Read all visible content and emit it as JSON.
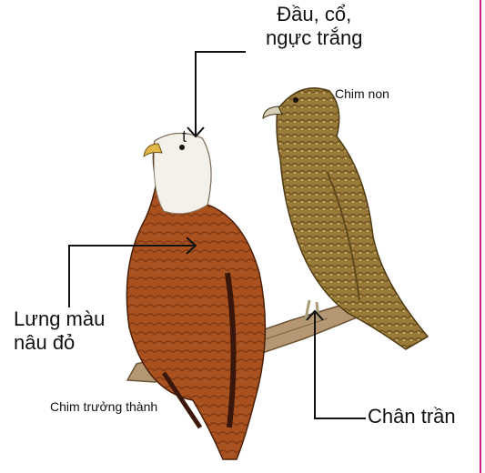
{
  "labels": {
    "head_neck_chest": [
      "Đầu, cổ,",
      "ngực trắng"
    ],
    "juvenile": "Chim non",
    "back_color": [
      "Lưng màu",
      "nâu đỏ"
    ],
    "adult": "Chim trưởng thành",
    "bare_legs": "Chân trần",
    "stray_fragment": "t"
  },
  "colors": {
    "frame_accent": "#d21f8a",
    "adult_body": "#a9521f",
    "adult_head": "#f4f1ea",
    "juvenile_body": "#9a7a38",
    "branch": "#b59873"
  }
}
